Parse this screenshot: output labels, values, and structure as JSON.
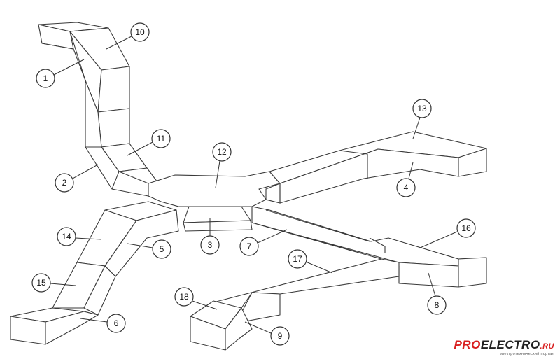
{
  "logo": {
    "part1": "PRO",
    "part2": "ELECTRO",
    "part3": ".RU",
    "tagline": "электротехнический портал"
  },
  "callouts": [
    "1",
    "2",
    "3",
    "4",
    "5",
    "6",
    "7",
    "8",
    "9",
    "10",
    "11",
    "12",
    "13",
    "14",
    "15",
    "16",
    "17",
    "18"
  ]
}
